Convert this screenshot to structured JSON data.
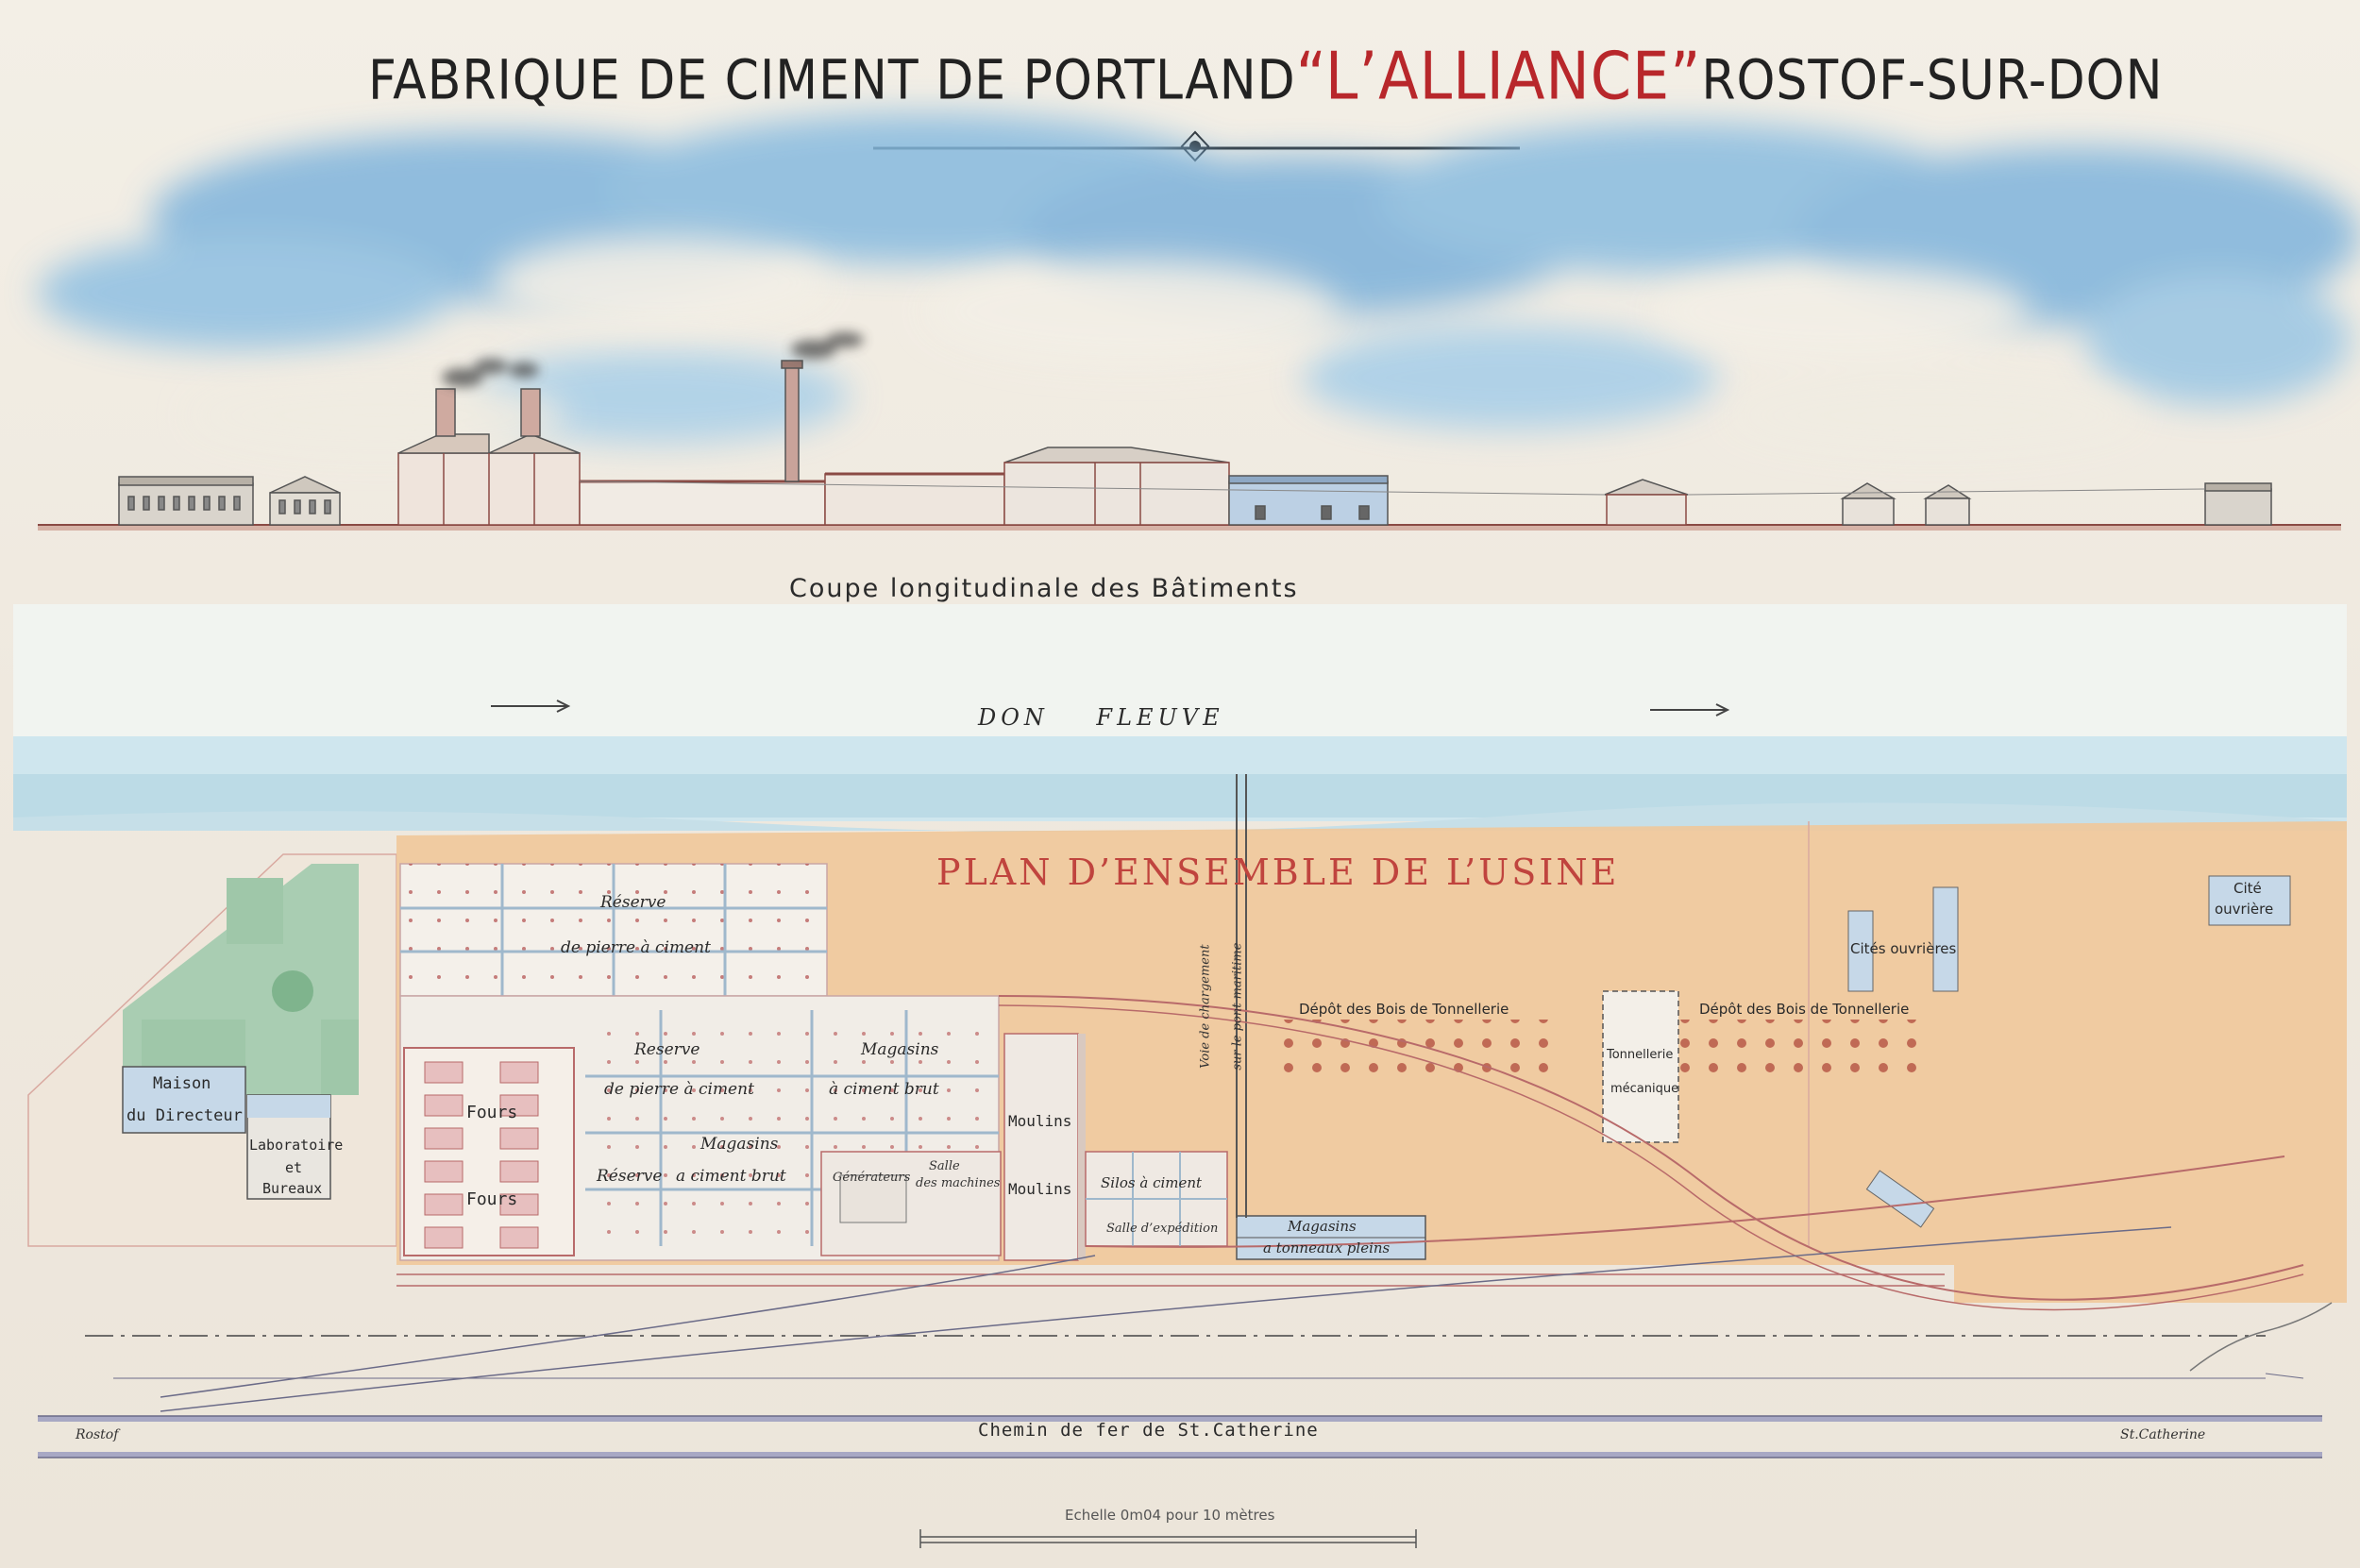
{
  "title": {
    "prefix": "FABRIQUE DE CIMENT DE PORTLAND",
    "name": "“L’ALLIANCE”",
    "suffix": "ROSTOF-SUR-DON"
  },
  "section": {
    "caption": "Coupe longitudinale des Bâtiments"
  },
  "river": {
    "label": "DON    FLEUVE"
  },
  "plan": {
    "title": "PLAN D’ENSEMBLE DE L’USINE",
    "labels": {
      "reserve_top_1": "Réserve",
      "reserve_top_2": "de pierre à ciment",
      "reserve_mid_1": "Reserve",
      "reserve_mid_2": "de pierre à ciment",
      "magasins_1": "Magasins",
      "magasins_2": "à ciment brut",
      "magasins_b1": "Magasins",
      "magasins_b2": "a ciment brut",
      "reserve_b": "Réserve",
      "fours_1": "Fours",
      "fours_2": "Fours",
      "maison_1": "Maison",
      "maison_2": "du Directeur",
      "labo_1": "Laboratoire",
      "labo_2": "et",
      "labo_3": "Bureaux",
      "generateurs": "Générateurs",
      "salle_machines_1": "Salle",
      "salle_machines_2": "des machines",
      "moulins_1": "Moulins",
      "moulins_2": "Moulins",
      "silos": "Silos à ciment",
      "salle_expedition": "Salle d’expédition",
      "magasins_tonneaux_1": "Magasins",
      "magasins_tonneaux_2": "a tonneaux pleins",
      "voie_1": "Voie de chargement",
      "voie_2": "sur le pont maritime",
      "depot_1": "Dépôt des Bois de Tonnellerie",
      "depot_2": "Dépôt des Bois de Tonnellerie",
      "tonnellerie_1": "Tonnellerie",
      "tonnellerie_2": "mécanique",
      "cites": "Cités ouvrières",
      "cite_1": "Cité",
      "cite_2": "ouvrière"
    }
  },
  "railway": {
    "label": "Chemin de fer de St.Catherine",
    "left": "Rostof",
    "right": "St.Catherine"
  },
  "scale": {
    "label": "Echelle 0m04 pour 10 mètres"
  },
  "colors": {
    "title_accent": "#b8272b",
    "plan_title": "#c0443e",
    "site_fill": "#f0c89a",
    "river": "#cfe6ee",
    "sky": "#7fb4dc",
    "building_blue": "#c6d8e8",
    "rail": "#6b6b88",
    "garden": "#9fc7a9"
  }
}
